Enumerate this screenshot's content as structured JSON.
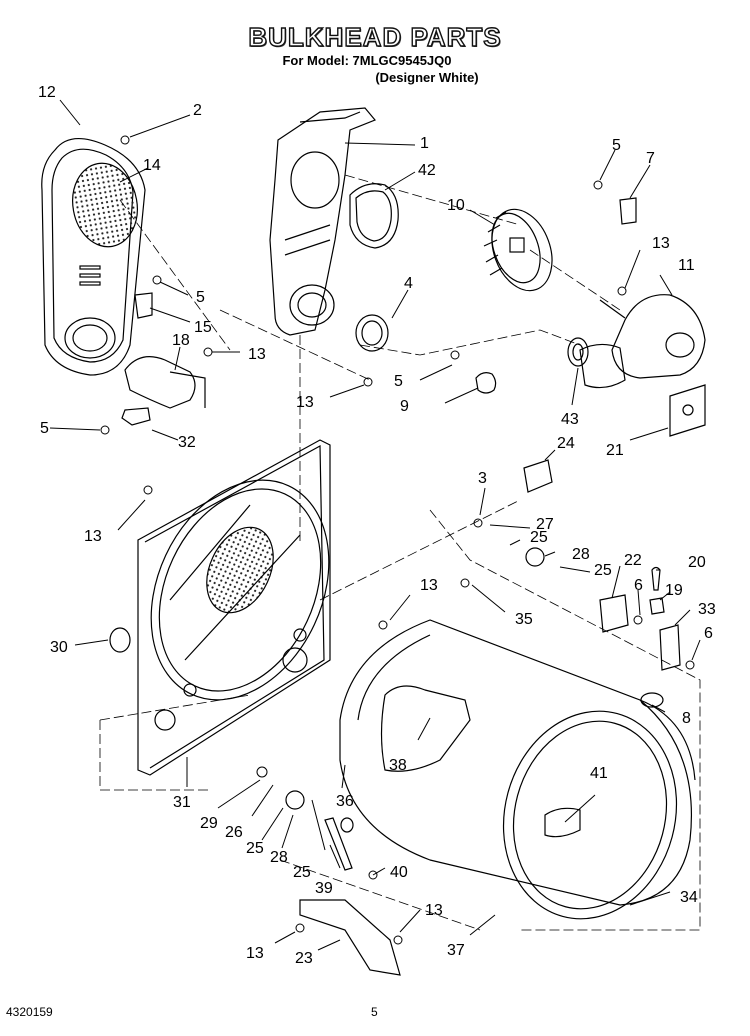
{
  "header": {
    "title": "BULKHEAD PARTS",
    "model": "For Model: 7MLGC9545JQ0",
    "color": "(Designer White)"
  },
  "callouts": [
    "1",
    "2",
    "3",
    "4",
    "5",
    "6",
    "7",
    "8",
    "9",
    "10",
    "11",
    "12",
    "13",
    "14",
    "15",
    "18",
    "19",
    "20",
    "21",
    "22",
    "23",
    "24",
    "25",
    "26",
    "27",
    "28",
    "29",
    "30",
    "31",
    "32",
    "33",
    "34",
    "35",
    "36",
    "37",
    "38",
    "39",
    "40",
    "41",
    "42",
    "43"
  ],
  "footer": {
    "doc_number": "4320159",
    "page_number": "5"
  }
}
